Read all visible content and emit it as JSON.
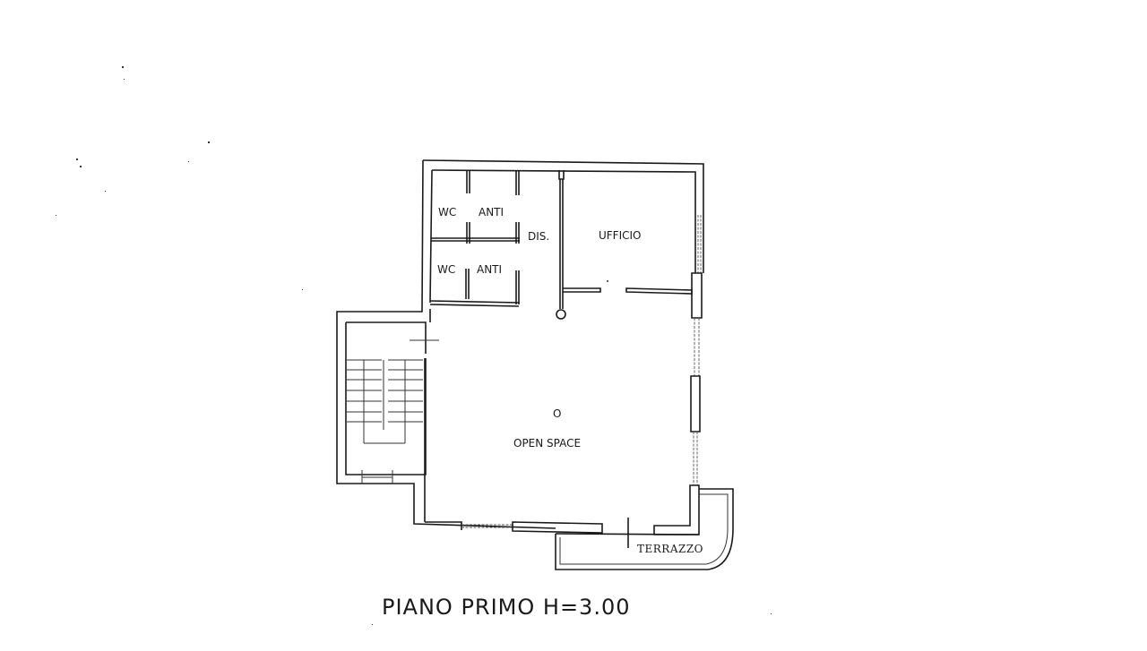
{
  "drawing": {
    "type": "floor-plan",
    "caption": "PIANO PRIMO H=3.00",
    "colors": {
      "background": "#ffffff",
      "lines": "#1a1a1a"
    }
  },
  "rooms": [
    {
      "id": "wc1",
      "label": "WC"
    },
    {
      "id": "anti1",
      "label": "ANTI"
    },
    {
      "id": "wc2",
      "label": "WC"
    },
    {
      "id": "anti2",
      "label": "ANTI"
    },
    {
      "id": "dis",
      "label": "DIS."
    },
    {
      "id": "ufficio",
      "label": "UFFICIO"
    },
    {
      "id": "open_space",
      "label": "OPEN SPACE"
    },
    {
      "id": "terrazzo",
      "label": "TERRAZZO"
    }
  ],
  "symbols": {
    "column_marker": "O"
  }
}
